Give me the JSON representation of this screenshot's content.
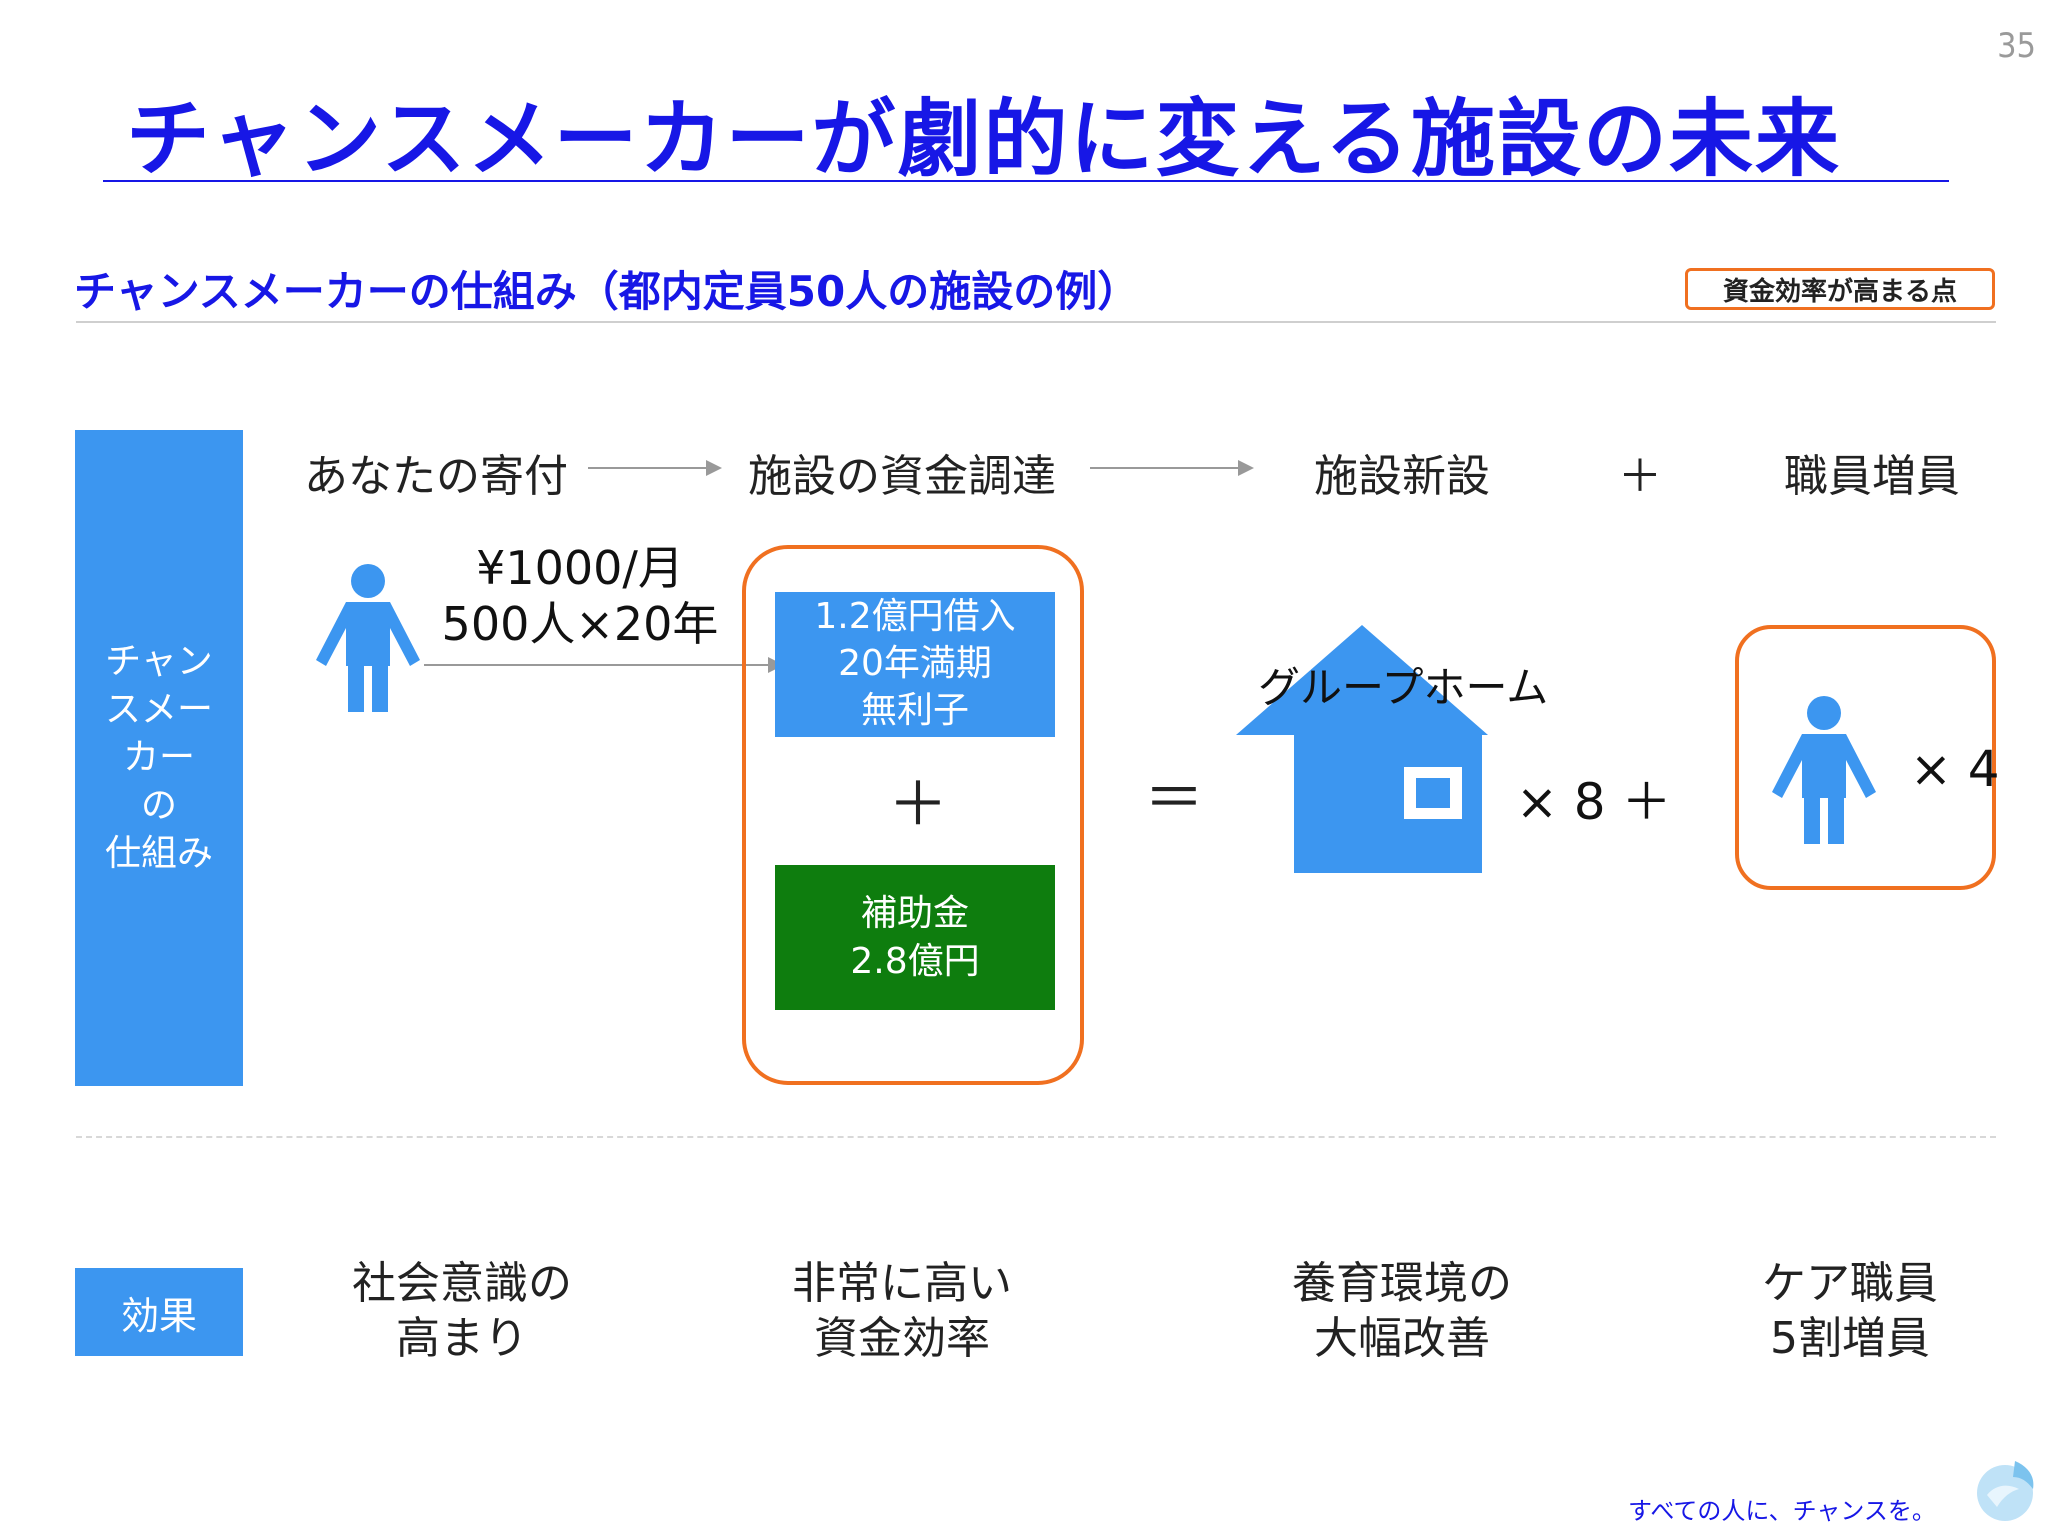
{
  "page_number": "35",
  "title": "チャンスメーカーが劇的に変える施設の未来",
  "subtitle": "チャンスメーカーの仕組み（都内定員50人の施設の例）",
  "legend": "資金効率が高まる点",
  "side_label": [
    "チャン",
    "スメー",
    "カー",
    "の",
    "仕組み"
  ],
  "headers": {
    "donation": "あなたの寄付",
    "funding": "施設の資金調達",
    "new_facility": "施設新設",
    "plus": "＋",
    "staff": "職員増員"
  },
  "donation": {
    "amount": "¥1000/月",
    "people_years": "500人×20年"
  },
  "loan": [
    "1.2億円借入",
    "20年満期",
    "無利子"
  ],
  "subsidy": [
    "補助金",
    "2.8億円"
  ],
  "plus_symbol": "＋",
  "equals_symbol": "＝",
  "group_home_label": "グループホーム",
  "homes_multiplier": "× 8 ＋",
  "staff_multiplier": "× 4",
  "effects": {
    "label": "効果",
    "items": [
      [
        "社会意識の",
        "高まり"
      ],
      [
        "非常に高い",
        "資金効率"
      ],
      [
        "養育環境の",
        "大幅改善"
      ],
      [
        "ケア職員",
        "5割増員"
      ]
    ]
  },
  "tagline": "すべての人に、チャンスを。",
  "colors": {
    "title_blue": "#1717e6",
    "block_blue": "#3c96f0",
    "subsidy_green": "#0e7d0e",
    "highlight_orange": "#f07020"
  }
}
